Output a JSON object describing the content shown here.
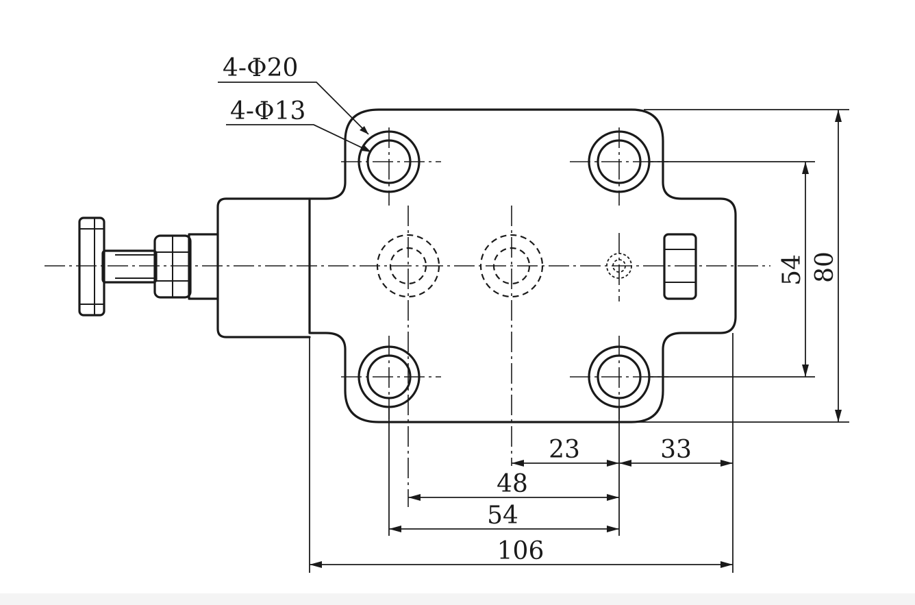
{
  "callouts": {
    "outer_holes": "4-Φ20",
    "inner_holes": "4-Φ13"
  },
  "dimensions": {
    "d23": "23",
    "d33": "33",
    "d48": "48",
    "d54_horizontal": "54",
    "d106": "106",
    "d54_vertical": "54",
    "d80": "80"
  }
}
